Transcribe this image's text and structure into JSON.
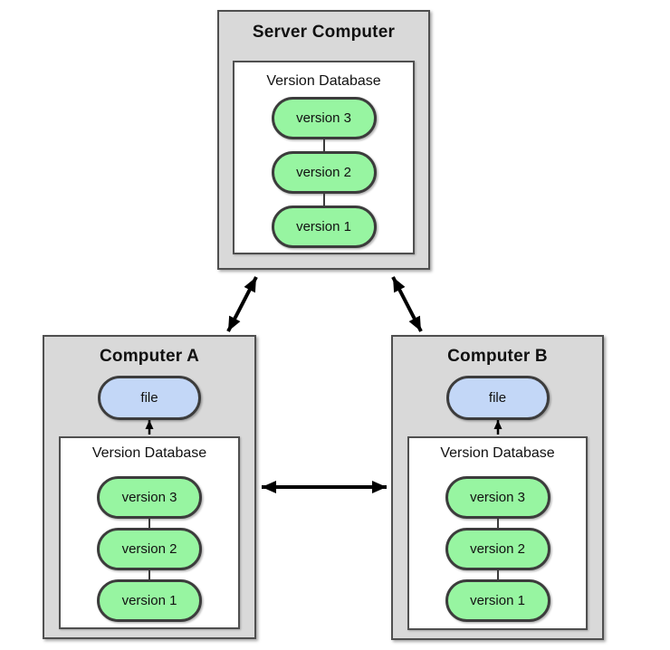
{
  "colors": {
    "box_fill": "#d9d9d9",
    "panel_fill": "#ffffff",
    "version_fill": "#97f5a1",
    "file_fill": "#c3d7f7",
    "outline": "#3c3c3c",
    "outline_soft": "#4f4f4f",
    "arrow": "#000000"
  },
  "server": {
    "title": "Server Computer",
    "db_label": "Version Database",
    "versions": [
      "version 3",
      "version 2",
      "version 1"
    ]
  },
  "computer_a": {
    "title": "Computer A",
    "file_label": "file",
    "db_label": "Version Database",
    "versions": [
      "version 3",
      "version 2",
      "version 1"
    ]
  },
  "computer_b": {
    "title": "Computer B",
    "file_label": "file",
    "db_label": "Version Database",
    "versions": [
      "version 3",
      "version 2",
      "version 1"
    ]
  }
}
